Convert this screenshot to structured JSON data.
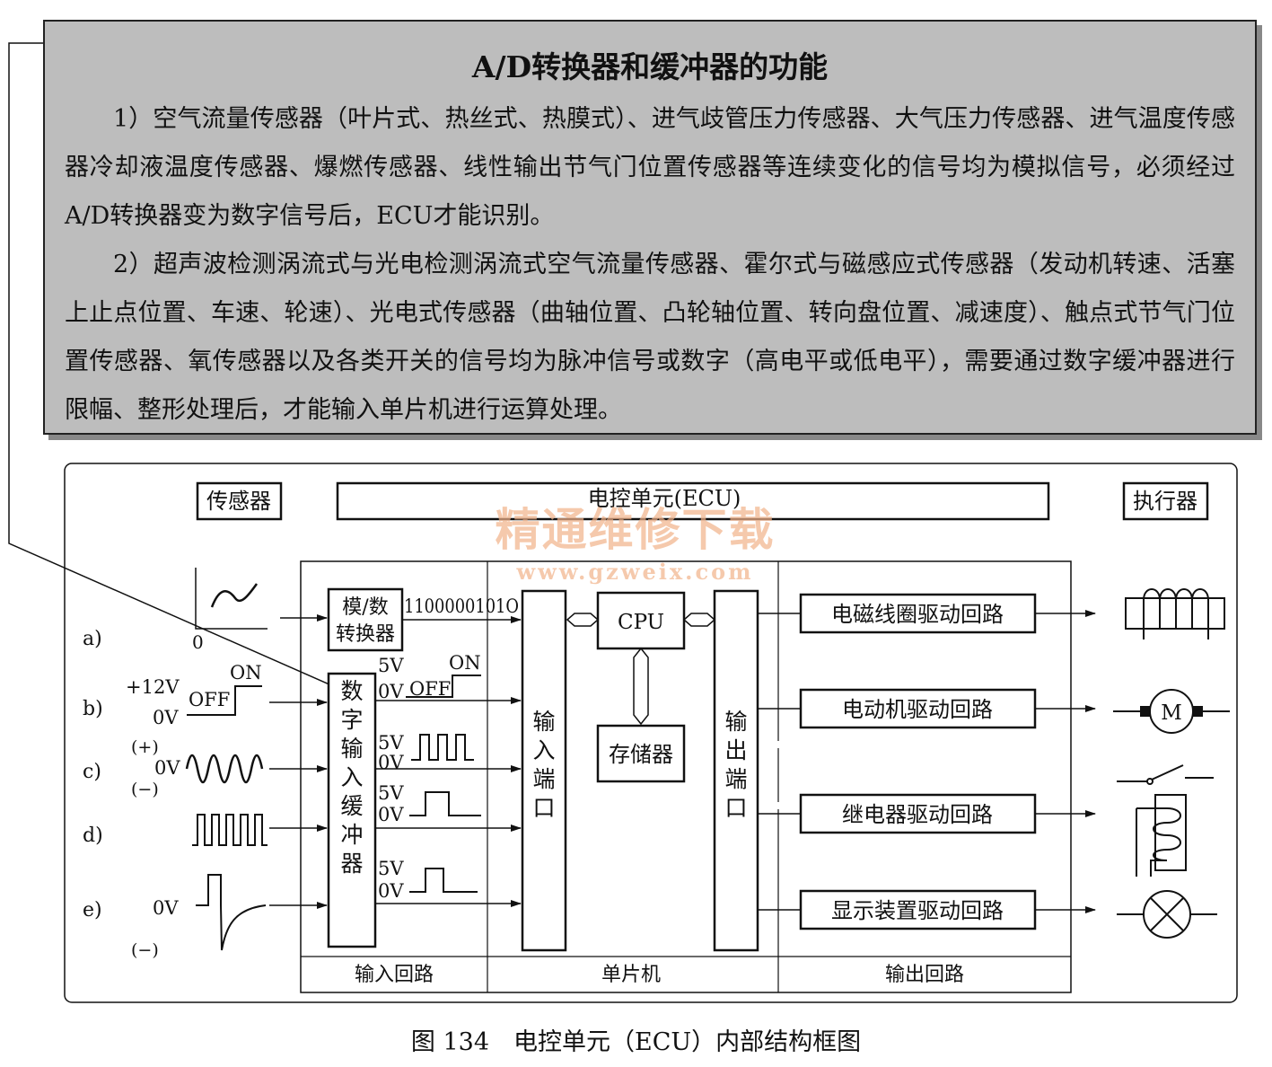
{
  "note": {
    "title": "A/D转换器和缓冲器的功能",
    "p1": "1）空气流量传感器（叶片式、热丝式、热膜式）、进气歧管压力传感器、大气压力传感器、进气温度传感器冷却液温度传感器、爆燃传感器、线性输出节气门位置传感器等连续变化的信号均为模拟信号，必须经过A/D转换器变为数字信号后，ECU才能识别。",
    "p2": "2）超声波检测涡流式与光电检测涡流式空气流量传感器、霍尔式与磁感应式传感器（发动机转速、活塞上止点位置、车速、轮速）、光电式传感器（曲轴位置、凸轮轴位置、转向盘位置、减速度）、触点式节气门位置传感器、氧传感器以及各类开关的信号均为脉冲信号或数字（高电平或低电平），需要通过数字缓冲器进行限幅、整形处理后，才能输入单片机进行运算处理。"
  },
  "diagram": {
    "sensors_label": "传感器",
    "ecu_label": "电控单元(ECU)",
    "actuators_label": "执行器",
    "rows": [
      "a)",
      "b)",
      "c)",
      "d)",
      "e)"
    ],
    "adc_line1": "模/数",
    "adc_line2": "转换器",
    "binary": "1100000101O",
    "buffer": "数字输入缓冲器",
    "in_port": "输入端口",
    "out_port": "输出端口",
    "cpu": "CPU",
    "memory": "存储器",
    "drivers": [
      "电磁线圈驱动回路",
      "电动机驱动回路",
      "继电器驱动回路",
      "显示装置驱动回路"
    ],
    "section_input": "输入回路",
    "section_mcu": "单片机",
    "section_output": "输出回路",
    "v12": "+12V",
    "v0": "0V",
    "v5": "5V",
    "on": "ON",
    "off": "OFF",
    "plus": "(+)",
    "minus": "(−)",
    "zero": "0",
    "motor": "M"
  },
  "watermark": {
    "cn": "精通维修下载",
    "url": "www.gzweix.com"
  },
  "caption": "图 134　电控单元（ECU）内部结构框图"
}
